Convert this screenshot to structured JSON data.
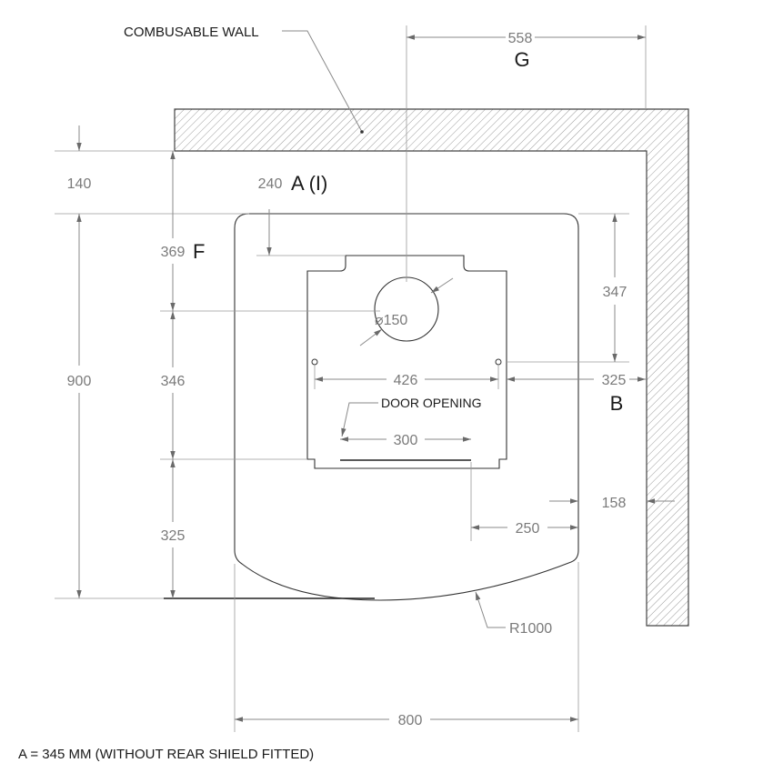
{
  "labels": {
    "wall": "COMBUSABLE WALL",
    "g": "G",
    "a_i": "A (I)",
    "f": "F",
    "b": "B",
    "door_opening": "DOOR OPENING",
    "radius": "R1000",
    "diameter": "⌀150",
    "footnote": "A = 345 MM (WITHOUT REAR SHIELD FITTED)"
  },
  "dimensions": {
    "d558": "558",
    "d140": "140",
    "d240": "240",
    "d369": "369",
    "d347": "347",
    "d900": "900",
    "d346": "346",
    "d426": "426",
    "d325_right": "325",
    "d300": "300",
    "d158": "158",
    "d325_left": "325",
    "d250": "250",
    "d800": "800"
  }
}
